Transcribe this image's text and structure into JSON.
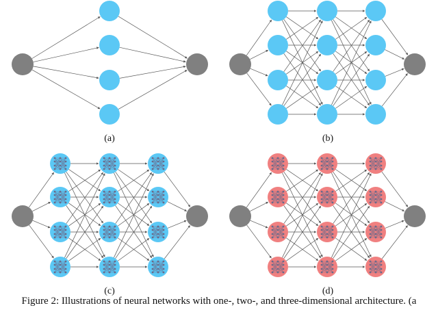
{
  "figure": {
    "caption": "Figure 2: Illustrations of neural networks with one-, two-, and three-dimensional architecture. (a",
    "colors": {
      "io_node": "#808080",
      "blue_node": "#5bc8f5",
      "red_node": "#f08080",
      "edge": "#555555",
      "inner_net": "#6a6a8a"
    },
    "panels": [
      {
        "id": "a",
        "label": "(a)",
        "layers": [
          4
        ],
        "node_style": "plain",
        "color": "blue"
      },
      {
        "id": "b",
        "label": "(b)",
        "layers": [
          4,
          4,
          4
        ],
        "node_style": "plain",
        "color": "blue"
      },
      {
        "id": "c",
        "label": "(c)",
        "layers": [
          4,
          4,
          4
        ],
        "node_style": "embedded-network",
        "color": "blue"
      },
      {
        "id": "d",
        "label": "(d)",
        "layers": [
          4,
          4,
          4
        ],
        "node_style": "embedded-network",
        "color": "red"
      }
    ]
  }
}
